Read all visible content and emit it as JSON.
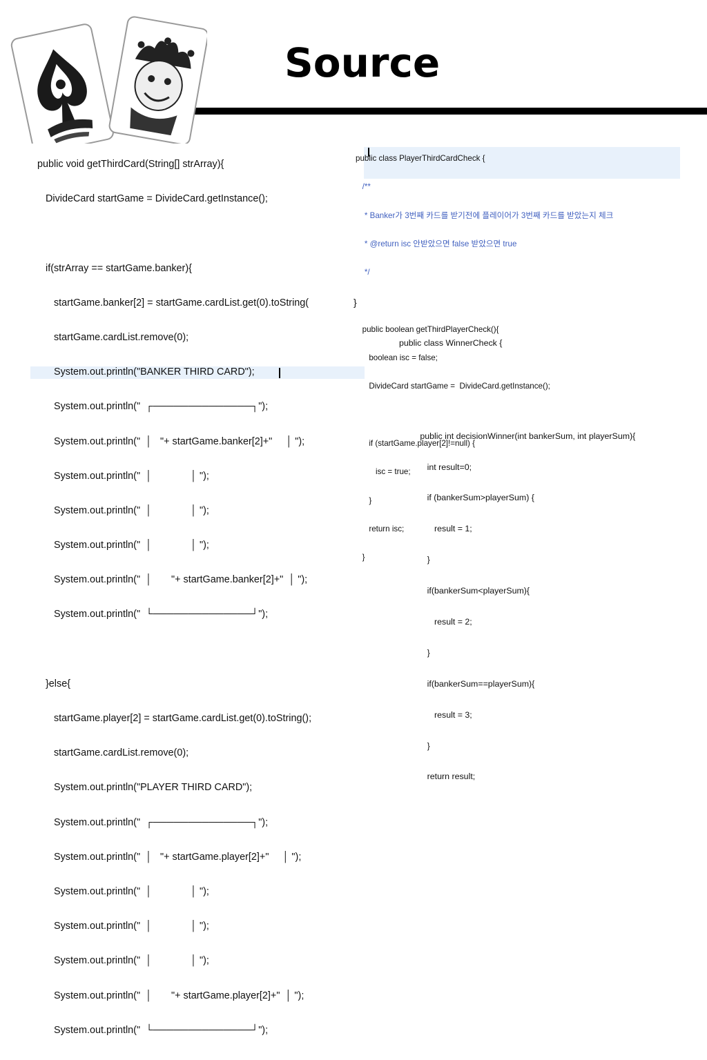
{
  "slide": {
    "title": "Source"
  },
  "image": {
    "alt": "Playing cards illustration: spade card and joker card"
  },
  "code_left": {
    "lines": [
      "public void getThirdCard(String[] strArray){",
      "   DivideCard startGame = DivideCard.getInstance();",
      "",
      "   if(strArray == startGame.banker){",
      "      startGame.banker[2] = startGame.cardList.get(0).toString(",
      "      startGame.cardList.remove(0);",
      "      System.out.println(\"BANKER THIRD CARD\");",
      "      System.out.println(\"  ┌──────────────┐\");",
      "      System.out.println(\"  │   \"+ startGame.banker[2]+\"     │ \");",
      "      System.out.println(\"  │              │ \");",
      "      System.out.println(\"  │              │ \");",
      "      System.out.println(\"  │              │ \");",
      "      System.out.println(\"  │       \"+ startGame.banker[2]+\"  │ \");",
      "      System.out.println(\"  └──────────────┘\");",
      "",
      "   }else{",
      "      startGame.player[2] = startGame.cardList.get(0).toString();",
      "      startGame.cardList.remove(0);",
      "      System.out.println(\"PLAYER THIRD CARD\");",
      "      System.out.println(\"  ┌──────────────┐\");",
      "      System.out.println(\"  │   \"+ startGame.player[2]+\"     │ \");",
      "      System.out.println(\"  │              │ \");",
      "      System.out.println(\"  │              │ \");",
      "      System.out.println(\"  │              │ \");",
      "      System.out.println(\"  │       \"+ startGame.player[2]+\"  │ \");",
      "      System.out.println(\"  └──────────────┘\");",
      "   }"
    ],
    "trailing_brace": "}"
  },
  "code_right_top": {
    "lines": [
      "public class PlayerThirdCardCheck {",
      "   /**",
      "    * Banker가 3번째 카드를 받기전에 플레이어가 3번째 카드를 받았는지 체크",
      "    * @return isc 안받았으면 false 받았으면 true",
      "    */",
      "",
      "   public boolean getThirdPlayerCheck(){",
      "      boolean isc = false;",
      "      DivideCard startGame =  DivideCard.getInstance();",
      "",
      "      if (startGame.player[2]!=null) {",
      "         isc = true;",
      "      }",
      "      return isc;",
      "   }"
    ]
  },
  "code_right_bottom": {
    "lines": [
      "public class WinnerCheck {",
      "",
      "",
      "   public int decisionWinner(int bankerSum, int playerSum){",
      "      int result=0;",
      "      if (bankerSum>playerSum) {",
      "         result = 1;",
      "      }",
      "      if(bankerSum<playerSum){",
      "         result = 2;",
      "      }",
      "      if(bankerSum==playerSum){",
      "         result = 3;",
      "      }",
      "      return result;"
    ]
  }
}
